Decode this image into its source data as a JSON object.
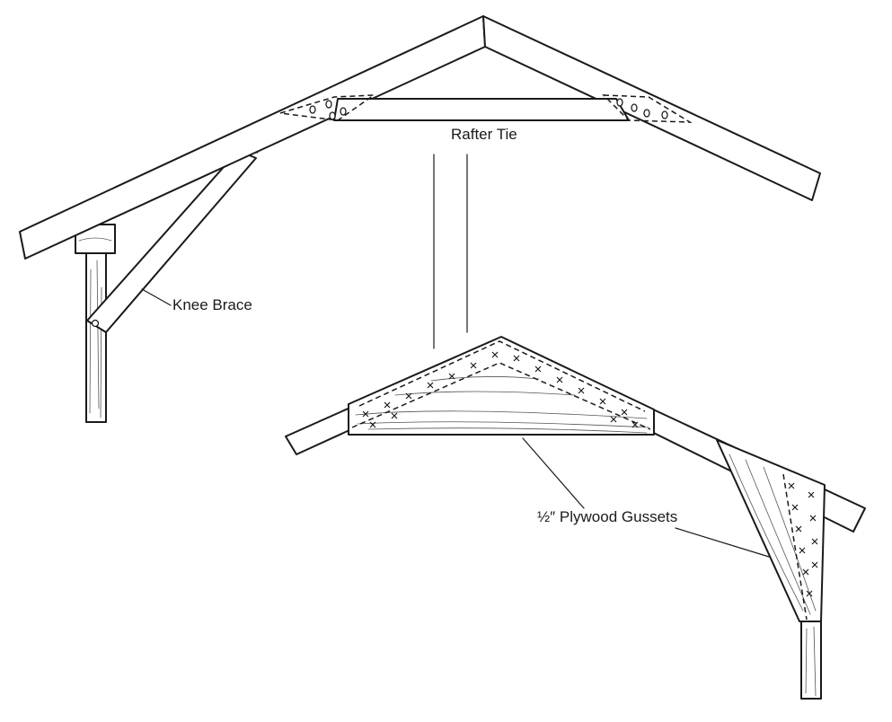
{
  "labels": {
    "rafter_tie": "Rafter Tie",
    "knee_brace": "Knee Brace",
    "gussets": "½″ Plywood Gussets"
  }
}
